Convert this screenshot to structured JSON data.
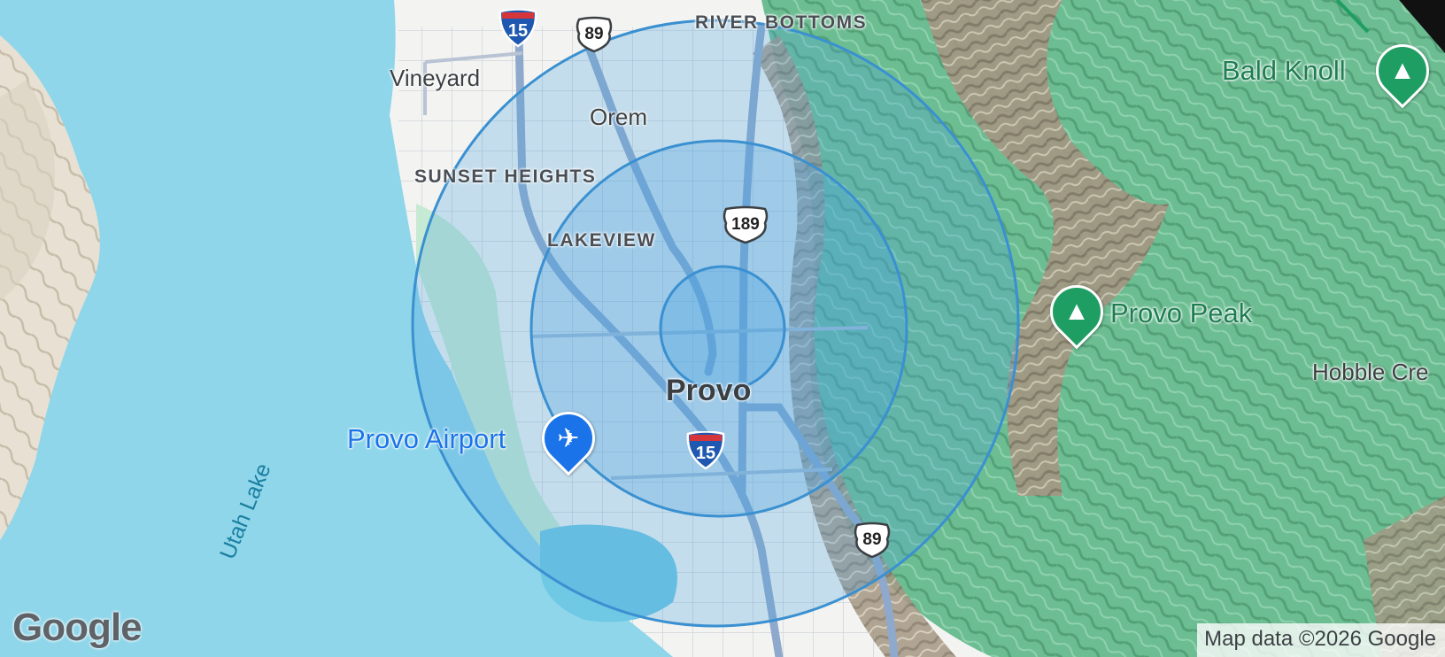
{
  "map": {
    "labels": {
      "river_bottoms": "RIVER BOTTOMS",
      "vineyard": "Vineyard",
      "orem": "Orem",
      "sunset_heights": "SUNSET HEIGHTS",
      "lakeview": "LAKEVIEW",
      "provo": "Provo",
      "utah_lake": "Utah Lake",
      "hobble_creek": "Hobble Cre"
    },
    "pois": {
      "bald_knoll": "Bald Knoll",
      "provo_peak": "Provo Peak",
      "provo_airport": "Provo Airport"
    },
    "shields": {
      "i15_top": "15",
      "i15_bottom": "15",
      "us89_top": "89",
      "us89_bottom": "89",
      "us189": "189"
    },
    "radius_rings": 3,
    "icons": {
      "peak": "mountain-icon",
      "airport": "airplane-icon"
    },
    "colors": {
      "water": "#8fd6ea",
      "land": "#f3f4f2",
      "park": "#c8ecd4",
      "mountain": "#6fbf97",
      "ring_fill": "#4aa3e0",
      "ring_stroke": "#3a90d0",
      "poi_green": "#1e9e62",
      "poi_blue": "#1a73e8"
    }
  },
  "branding": {
    "logo": "Google",
    "attribution": "Map data ©2026 Google"
  }
}
